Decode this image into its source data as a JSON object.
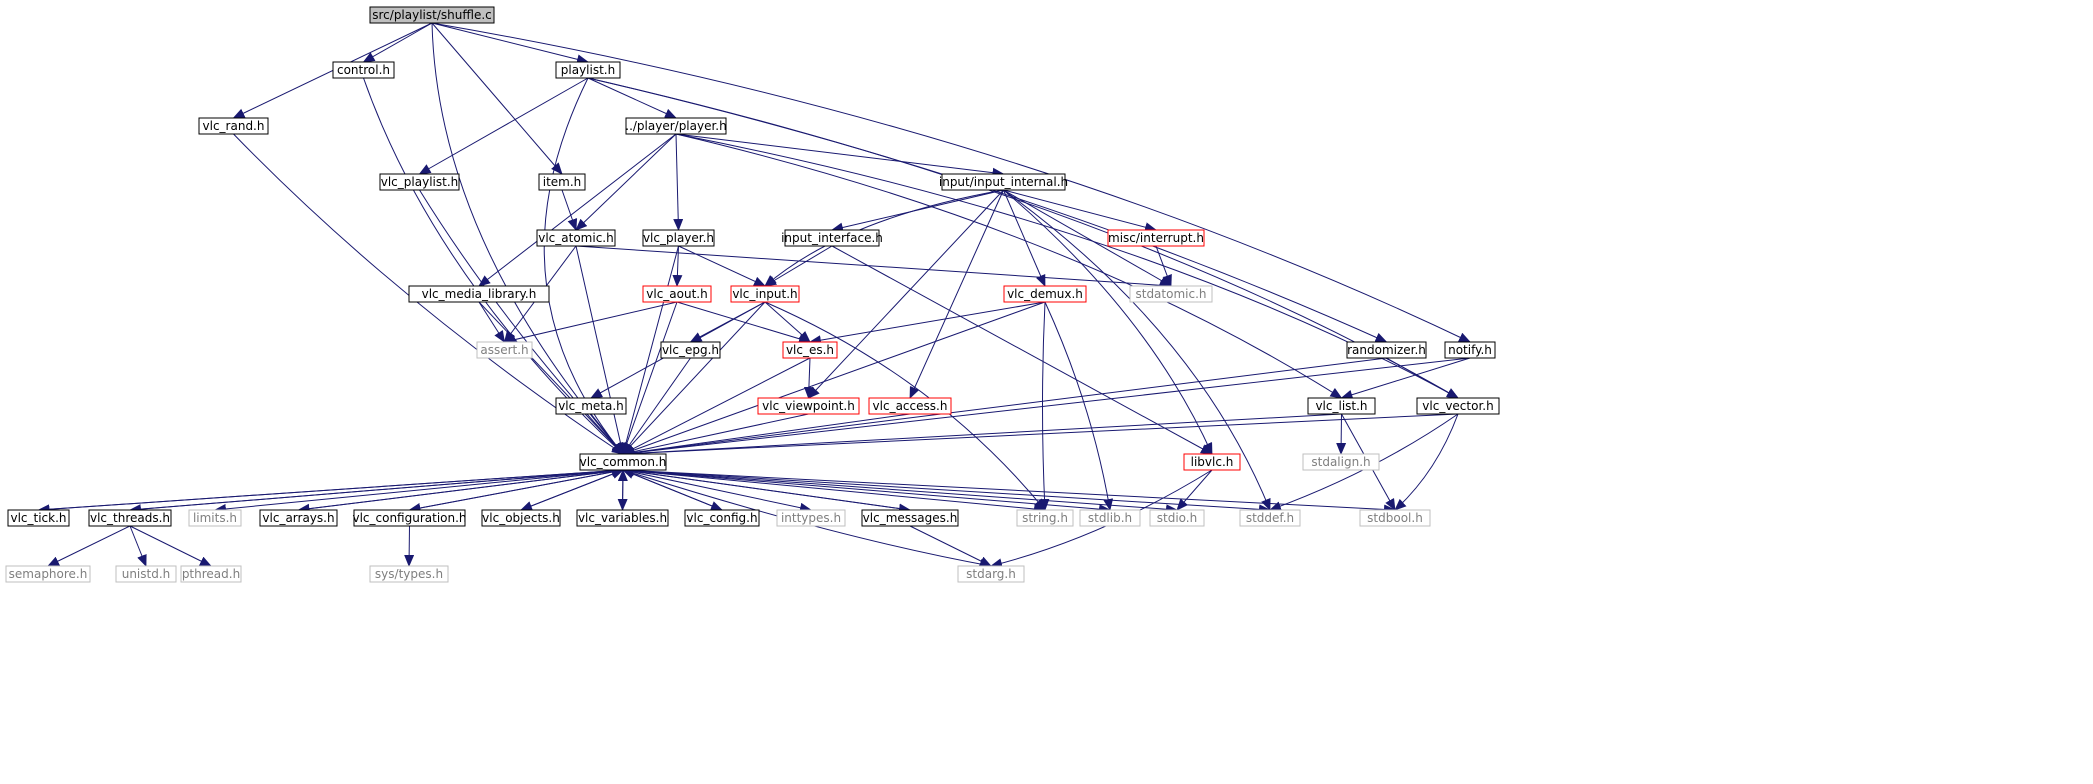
{
  "nodes": {
    "n_shuffle": {
      "label": "src/playlist/shuffle.c",
      "kind": "root"
    },
    "n_control": {
      "label": "control.h",
      "kind": "normal"
    },
    "n_playlist": {
      "label": "playlist.h",
      "kind": "normal"
    },
    "n_vlc_rand": {
      "label": "vlc_rand.h",
      "kind": "normal"
    },
    "n_player": {
      "label": "../player/player.h",
      "kind": "normal"
    },
    "n_vlc_playlist": {
      "label": "vlc_playlist.h",
      "kind": "normal"
    },
    "n_item": {
      "label": "item.h",
      "kind": "normal"
    },
    "n_input_internal": {
      "label": "input/input_internal.h",
      "kind": "normal"
    },
    "n_vlc_atomic": {
      "label": "vlc_atomic.h",
      "kind": "normal"
    },
    "n_vlc_player": {
      "label": "vlc_player.h",
      "kind": "normal"
    },
    "n_input_interface": {
      "label": "input_interface.h",
      "kind": "normal"
    },
    "n_misc_interrupt": {
      "label": "misc/interrupt.h",
      "kind": "truncated"
    },
    "n_vlc_media_library": {
      "label": "vlc_media_library.h",
      "kind": "normal"
    },
    "n_vlc_aout": {
      "label": "vlc_aout.h",
      "kind": "truncated"
    },
    "n_vlc_input": {
      "label": "vlc_input.h",
      "kind": "truncated"
    },
    "n_vlc_demux": {
      "label": "vlc_demux.h",
      "kind": "truncated"
    },
    "n_stdatomic": {
      "label": "stdatomic.h",
      "kind": "system"
    },
    "n_assert": {
      "label": "assert.h",
      "kind": "system"
    },
    "n_vlc_epg": {
      "label": "vlc_epg.h",
      "kind": "normal"
    },
    "n_vlc_es": {
      "label": "vlc_es.h",
      "kind": "truncated"
    },
    "n_randomizer": {
      "label": "randomizer.h",
      "kind": "normal"
    },
    "n_notify": {
      "label": "notify.h",
      "kind": "normal"
    },
    "n_vlc_meta": {
      "label": "vlc_meta.h",
      "kind": "normal"
    },
    "n_vlc_viewpoint": {
      "label": "vlc_viewpoint.h",
      "kind": "truncated"
    },
    "n_vlc_access": {
      "label": "vlc_access.h",
      "kind": "truncated"
    },
    "n_vlc_list": {
      "label": "vlc_list.h",
      "kind": "normal"
    },
    "n_vlc_vector": {
      "label": "vlc_vector.h",
      "kind": "normal"
    },
    "n_vlc_common": {
      "label": "vlc_common.h",
      "kind": "normal"
    },
    "n_libvlc": {
      "label": "libvlc.h",
      "kind": "truncated"
    },
    "n_stdalign": {
      "label": "stdalign.h",
      "kind": "system"
    },
    "n_vlc_tick": {
      "label": "vlc_tick.h",
      "kind": "normal"
    },
    "n_vlc_threads": {
      "label": "vlc_threads.h",
      "kind": "normal"
    },
    "n_limits": {
      "label": "limits.h",
      "kind": "system"
    },
    "n_vlc_arrays": {
      "label": "vlc_arrays.h",
      "kind": "normal"
    },
    "n_vlc_configuration": {
      "label": "vlc_configuration.h",
      "kind": "normal"
    },
    "n_vlc_objects": {
      "label": "vlc_objects.h",
      "kind": "normal"
    },
    "n_vlc_variables": {
      "label": "vlc_variables.h",
      "kind": "normal"
    },
    "n_vlc_config": {
      "label": "vlc_config.h",
      "kind": "normal"
    },
    "n_inttypes": {
      "label": "inttypes.h",
      "kind": "system"
    },
    "n_vlc_messages": {
      "label": "vlc_messages.h",
      "kind": "normal"
    },
    "n_string": {
      "label": "string.h",
      "kind": "system"
    },
    "n_stdlib": {
      "label": "stdlib.h",
      "kind": "system"
    },
    "n_stdio": {
      "label": "stdio.h",
      "kind": "system"
    },
    "n_stddef": {
      "label": "stddef.h",
      "kind": "system"
    },
    "n_stdbool": {
      "label": "stdbool.h",
      "kind": "system"
    },
    "n_semaphore": {
      "label": "semaphore.h",
      "kind": "system"
    },
    "n_unistd": {
      "label": "unistd.h",
      "kind": "system"
    },
    "n_pthread": {
      "label": "pthread.h",
      "kind": "system"
    },
    "n_sys_types": {
      "label": "sys/types.h",
      "kind": "system"
    },
    "n_stdarg": {
      "label": "stdarg.h",
      "kind": "system"
    }
  },
  "edges": [
    [
      "n_shuffle",
      "n_control"
    ],
    [
      "n_shuffle",
      "n_playlist"
    ],
    [
      "n_shuffle",
      "n_vlc_rand"
    ],
    [
      "n_shuffle",
      "n_item"
    ],
    [
      "n_shuffle",
      "n_vlc_common"
    ],
    [
      "n_shuffle",
      "n_notify"
    ],
    [
      "n_control",
      "n_vlc_common"
    ],
    [
      "n_playlist",
      "n_player"
    ],
    [
      "n_playlist",
      "n_vlc_playlist"
    ],
    [
      "n_playlist",
      "n_vlc_common"
    ],
    [
      "n_playlist",
      "n_randomizer"
    ],
    [
      "n_playlist",
      "n_vlc_vector"
    ],
    [
      "n_vlc_rand",
      "n_vlc_common"
    ],
    [
      "n_player",
      "n_input_internal"
    ],
    [
      "n_player",
      "n_vlc_atomic"
    ],
    [
      "n_player",
      "n_vlc_player"
    ],
    [
      "n_player",
      "n_vlc_media_library"
    ],
    [
      "n_player",
      "n_vlc_list"
    ],
    [
      "n_player",
      "n_vlc_vector"
    ],
    [
      "n_vlc_playlist",
      "n_vlc_common"
    ],
    [
      "n_item",
      "n_vlc_atomic"
    ],
    [
      "n_input_internal",
      "n_input_interface"
    ],
    [
      "n_input_internal",
      "n_misc_interrupt"
    ],
    [
      "n_input_internal",
      "n_vlc_input"
    ],
    [
      "n_input_internal",
      "n_vlc_demux"
    ],
    [
      "n_input_internal",
      "n_stdatomic"
    ],
    [
      "n_input_internal",
      "n_vlc_viewpoint"
    ],
    [
      "n_input_internal",
      "n_vlc_access"
    ],
    [
      "n_input_internal",
      "n_libvlc"
    ],
    [
      "n_input_internal",
      "n_stddef"
    ],
    [
      "n_vlc_atomic",
      "n_stdatomic"
    ],
    [
      "n_vlc_atomic",
      "n_assert"
    ],
    [
      "n_vlc_atomic",
      "n_vlc_common"
    ],
    [
      "n_vlc_player",
      "n_vlc_aout"
    ],
    [
      "n_vlc_player",
      "n_vlc_input"
    ],
    [
      "n_vlc_player",
      "n_vlc_common"
    ],
    [
      "n_input_interface",
      "n_vlc_input"
    ],
    [
      "n_input_interface",
      "n_libvlc"
    ],
    [
      "n_misc_interrupt",
      "n_stdatomic"
    ],
    [
      "n_vlc_media_library",
      "n_assert"
    ],
    [
      "n_vlc_media_library",
      "n_vlc_common"
    ],
    [
      "n_vlc_aout",
      "n_assert"
    ],
    [
      "n_vlc_aout",
      "n_vlc_es"
    ],
    [
      "n_vlc_aout",
      "n_vlc_common"
    ],
    [
      "n_vlc_input",
      "n_vlc_es"
    ],
    [
      "n_vlc_input",
      "n_vlc_epg"
    ],
    [
      "n_vlc_input",
      "n_vlc_meta"
    ],
    [
      "n_vlc_input",
      "n_vlc_common"
    ],
    [
      "n_vlc_input",
      "n_string"
    ],
    [
      "n_vlc_demux",
      "n_vlc_es"
    ],
    [
      "n_vlc_demux",
      "n_vlc_common"
    ],
    [
      "n_vlc_demux",
      "n_string"
    ],
    [
      "n_vlc_demux",
      "n_stdlib"
    ],
    [
      "n_vlc_epg",
      "n_vlc_common"
    ],
    [
      "n_vlc_es",
      "n_vlc_viewpoint"
    ],
    [
      "n_vlc_es",
      "n_vlc_common"
    ],
    [
      "n_randomizer",
      "n_vlc_vector"
    ],
    [
      "n_randomizer",
      "n_vlc_common"
    ],
    [
      "n_notify",
      "n_vlc_list"
    ],
    [
      "n_notify",
      "n_vlc_common"
    ],
    [
      "n_vlc_meta",
      "n_vlc_common"
    ],
    [
      "n_vlc_viewpoint",
      "n_vlc_common"
    ],
    [
      "n_vlc_access",
      "n_vlc_common"
    ],
    [
      "n_vlc_list",
      "n_vlc_common"
    ],
    [
      "n_vlc_list",
      "n_stdalign"
    ],
    [
      "n_vlc_list",
      "n_stdbool"
    ],
    [
      "n_vlc_vector",
      "n_vlc_common"
    ],
    [
      "n_vlc_vector",
      "n_stddef"
    ],
    [
      "n_vlc_vector",
      "n_stdbool"
    ],
    [
      "n_libvlc",
      "n_stdio"
    ],
    [
      "n_libvlc",
      "n_stdarg"
    ],
    [
      "n_vlc_common",
      "n_vlc_tick"
    ],
    [
      "n_vlc_common",
      "n_vlc_threads"
    ],
    [
      "n_vlc_common",
      "n_limits"
    ],
    [
      "n_vlc_common",
      "n_vlc_arrays"
    ],
    [
      "n_vlc_common",
      "n_vlc_configuration"
    ],
    [
      "n_vlc_common",
      "n_vlc_objects"
    ],
    [
      "n_vlc_common",
      "n_vlc_variables"
    ],
    [
      "n_vlc_common",
      "n_vlc_config"
    ],
    [
      "n_vlc_common",
      "n_inttypes"
    ],
    [
      "n_vlc_common",
      "n_vlc_messages"
    ],
    [
      "n_vlc_common",
      "n_string"
    ],
    [
      "n_vlc_common",
      "n_stdlib"
    ],
    [
      "n_vlc_common",
      "n_stdio"
    ],
    [
      "n_vlc_common",
      "n_stddef"
    ],
    [
      "n_vlc_common",
      "n_stdbool"
    ],
    [
      "n_vlc_common",
      "n_stdarg"
    ],
    [
      "n_vlc_tick",
      "n_vlc_common"
    ],
    [
      "n_vlc_threads",
      "n_vlc_common"
    ],
    [
      "n_vlc_arrays",
      "n_vlc_common"
    ],
    [
      "n_vlc_configuration",
      "n_vlc_common"
    ],
    [
      "n_vlc_objects",
      "n_vlc_common"
    ],
    [
      "n_vlc_variables",
      "n_vlc_common"
    ],
    [
      "n_vlc_config",
      "n_vlc_common"
    ],
    [
      "n_vlc_messages",
      "n_vlc_common"
    ],
    [
      "n_vlc_threads",
      "n_semaphore"
    ],
    [
      "n_vlc_threads",
      "n_unistd"
    ],
    [
      "n_vlc_threads",
      "n_pthread"
    ],
    [
      "n_vlc_configuration",
      "n_sys_types"
    ],
    [
      "n_vlc_messages",
      "n_stdarg"
    ]
  ],
  "colors": {
    "edge": "#191970",
    "normal_border": "#000000",
    "truncated_border": "#ff0000",
    "system_border": "#bfbfbf",
    "system_text": "#7f7f7f",
    "root_fill": "#bfbfbf",
    "text": "#000000"
  }
}
